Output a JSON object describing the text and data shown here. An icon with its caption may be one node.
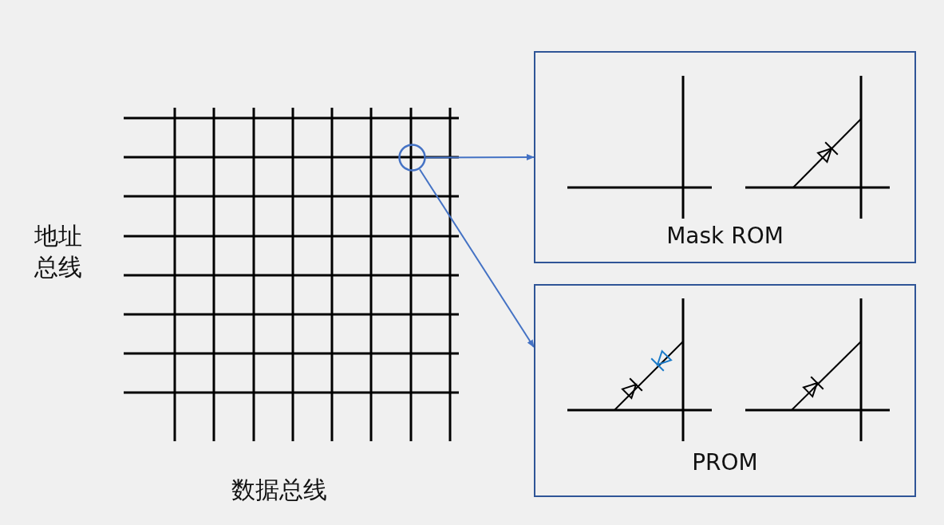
{
  "diagram": {
    "nodes": [
      {
        "text": [],
        "shape": "circle"
      },
      {
        "text": [
          "Mask ROM"
        ]
      },
      {
        "text": [
          "PROM"
        ]
      }
    ],
    "edges": [
      {
        "from": 0,
        "to": 1,
        "arrow": "to"
      },
      {
        "from": 0,
        "to": 2,
        "arrow": "to"
      }
    ],
    "labels": [
      "地址总线",
      "数据总线"
    ]
  }
}
